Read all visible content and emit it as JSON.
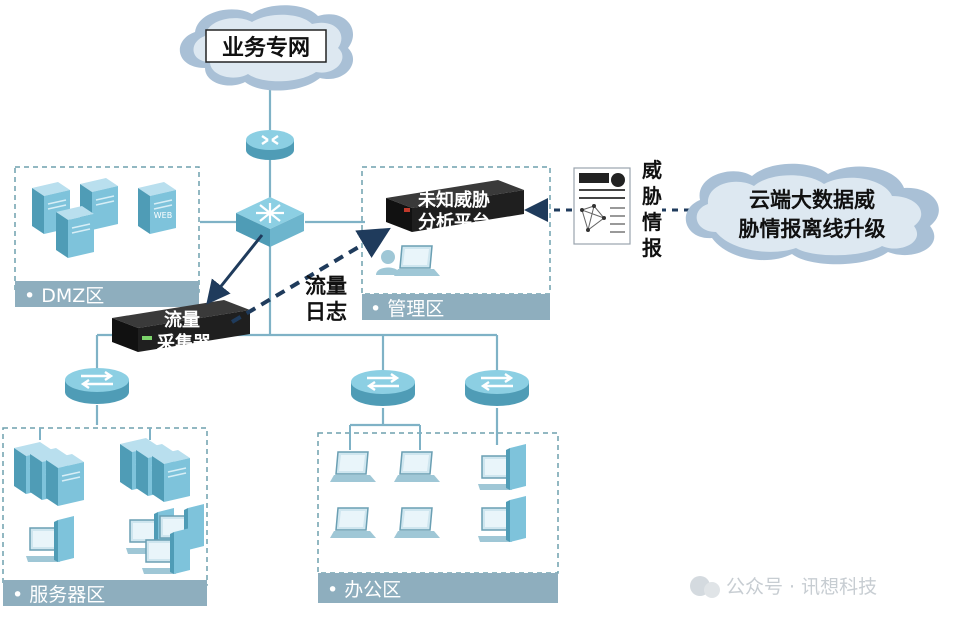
{
  "business_network": "业务专网",
  "zones": {
    "dmz": "• DMZ区",
    "management": "• 管理区",
    "server": "• 服务器区",
    "office": "• 办公区"
  },
  "devices": {
    "web_server_tag": "WEB",
    "collector_line1": "流量",
    "collector_line2": "采集器",
    "analysis_line1": "未知威胁",
    "analysis_line2": "分析平台"
  },
  "flow_log": {
    "line1": "流量",
    "line2": "日志"
  },
  "threat_intel": [
    "威",
    "胁",
    "情",
    "报"
  ],
  "cloud_intel": {
    "line1": "云端大数据威",
    "line2": "胁情报离线升级"
  },
  "watermark": "公众号 · 讯想科技",
  "colors": {
    "zone_bar": "#8eaebe",
    "zone_border": "#6fa0ad",
    "device_face": "#7fc1d8",
    "device_side": "#4e9ab5",
    "arrow": "#1f3b5c",
    "cloud": "#a9c0d6"
  },
  "icons": {
    "router": "router-icon",
    "core_switch": "core-switch-icon",
    "switch": "switch-icon",
    "server": "server-icon",
    "laptop": "laptop-icon",
    "pc": "pc-icon",
    "report": "threat-report-icon"
  }
}
